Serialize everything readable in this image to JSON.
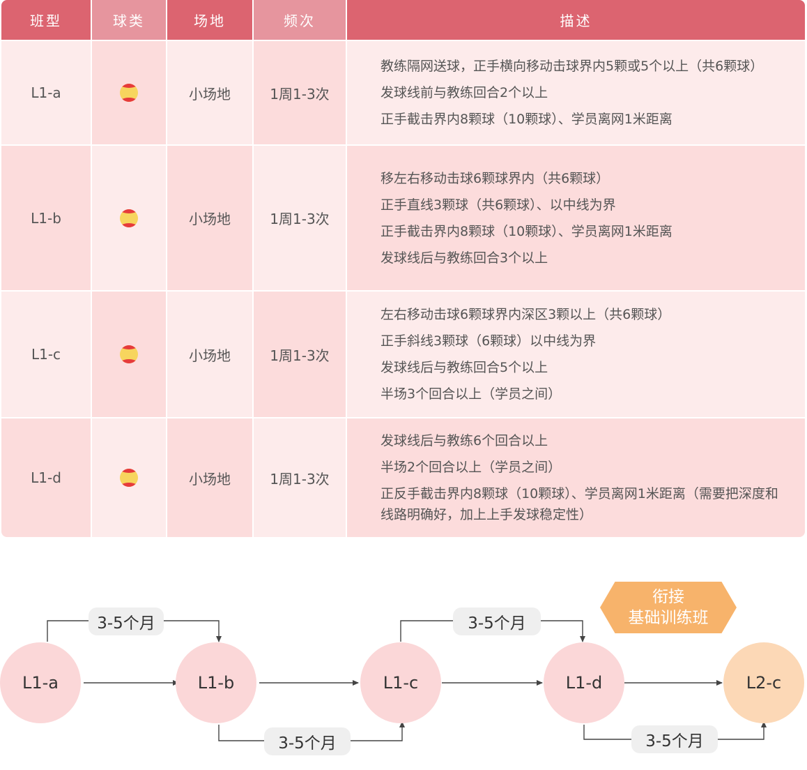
{
  "table": {
    "headers": [
      "班型",
      "球类",
      "场地",
      "频次",
      "描述"
    ],
    "rows": [
      {
        "level": "L1-a",
        "ball_icon": "tennis-ball-icon",
        "court": "小场地",
        "frequency": "1周1-3次",
        "description": [
          "教练隔网送球，正手横向移动击球界内5颗或5个以上（共6颗球）",
          "发球线前与教练回合2个以上",
          "正手截击界内8颗球（10颗球）、学员离网1米距离"
        ]
      },
      {
        "level": "L1-b",
        "ball_icon": "tennis-ball-icon",
        "court": "小场地",
        "frequency": "1周1-3次",
        "description": [
          "移左右移动击球6颗球界内（共6颗球）",
          "正手直线3颗球（共6颗球）、以中线为界",
          "正手截击界内8颗球（10颗球）、学员离网1米距离",
          "发球线后与教练回合3个以上"
        ]
      },
      {
        "level": "L1-c",
        "ball_icon": "tennis-ball-icon",
        "court": "小场地",
        "frequency": "1周1-3次",
        "description": [
          "左右移动击球6颗球界内深区3颗以上（共6颗球）",
          "正手斜线3颗球（6颗球）以中线为界",
          "发球线后与教练回合5个以上",
          "半场3个回合以上（学员之间）"
        ]
      },
      {
        "level": "L1-d",
        "ball_icon": "tennis-ball-icon",
        "court": "小场地",
        "frequency": "1周1-3次",
        "description": [
          "发球线后与教练6个回合以上",
          "半场2个回合以上（学员之间）",
          "正反手截击界内8颗球（10颗球）、学员离网1米距离（需要把深度和线路明确好，加上上手发球稳定性）"
        ]
      }
    ]
  },
  "flow": {
    "nodes": [
      "L1-a",
      "L1-b",
      "L1-c",
      "L1-d",
      "L2-c"
    ],
    "durations": [
      "3-5个月",
      "3-5个月",
      "3-5个月",
      "3-5个月"
    ],
    "bridge_label": [
      "衔接",
      "基础训练班"
    ]
  },
  "colors": {
    "header_dark": "#dc6470",
    "header_light": "#e6959e",
    "row_light": "#fdebeb",
    "row_dark": "#fcdcdc",
    "node_pink": "#fbd7d8",
    "node_peach": "#fcd8b6",
    "hex_orange": "#f7b36b"
  }
}
